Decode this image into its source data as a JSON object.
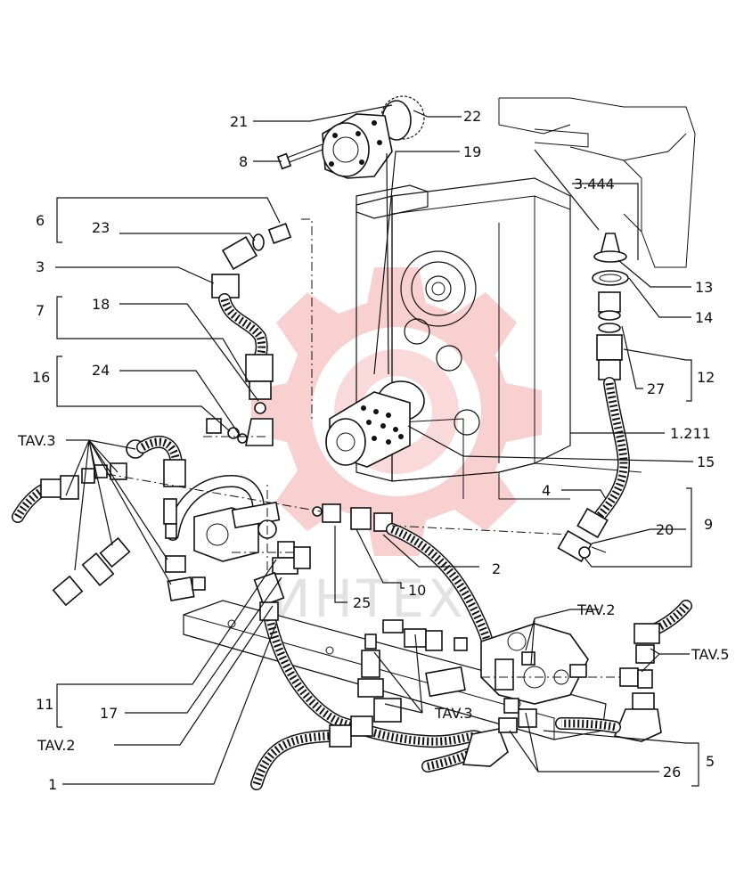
{
  "watermark": {
    "text": "ИНТЕХ",
    "color": "#e8585a"
  },
  "callouts": [
    {
      "id": "c21",
      "text": "21"
    },
    {
      "id": "c22",
      "text": "22"
    },
    {
      "id": "c8",
      "text": "8"
    },
    {
      "id": "c19",
      "text": "19"
    },
    {
      "id": "c3444",
      "text": "3.444"
    },
    {
      "id": "c6",
      "text": "6"
    },
    {
      "id": "c23",
      "text": "23"
    },
    {
      "id": "c3",
      "text": "3"
    },
    {
      "id": "c13",
      "text": "13"
    },
    {
      "id": "c7",
      "text": "7"
    },
    {
      "id": "c18",
      "text": "18"
    },
    {
      "id": "c14",
      "text": "14"
    },
    {
      "id": "c16",
      "text": "16"
    },
    {
      "id": "c24",
      "text": "24"
    },
    {
      "id": "c27",
      "text": "27"
    },
    {
      "id": "c12",
      "text": "12"
    },
    {
      "id": "c1211",
      "text": "1.211"
    },
    {
      "id": "ctav3a",
      "text": "TAV.3"
    },
    {
      "id": "c15",
      "text": "15"
    },
    {
      "id": "c4",
      "text": "4"
    },
    {
      "id": "c9",
      "text": "9"
    },
    {
      "id": "c20",
      "text": "20"
    },
    {
      "id": "c2",
      "text": "2"
    },
    {
      "id": "c10",
      "text": "10"
    },
    {
      "id": "c25",
      "text": "25"
    },
    {
      "id": "ctav2a",
      "text": "TAV.2"
    },
    {
      "id": "ctav5",
      "text": "TAV.5"
    },
    {
      "id": "c11",
      "text": "11"
    },
    {
      "id": "c17",
      "text": "17"
    },
    {
      "id": "ctav3b",
      "text": "TAV.3"
    },
    {
      "id": "ctav2b",
      "text": "TAV.2"
    },
    {
      "id": "c5",
      "text": "5"
    },
    {
      "id": "c26",
      "text": "26"
    },
    {
      "id": "c1",
      "text": "1"
    }
  ]
}
